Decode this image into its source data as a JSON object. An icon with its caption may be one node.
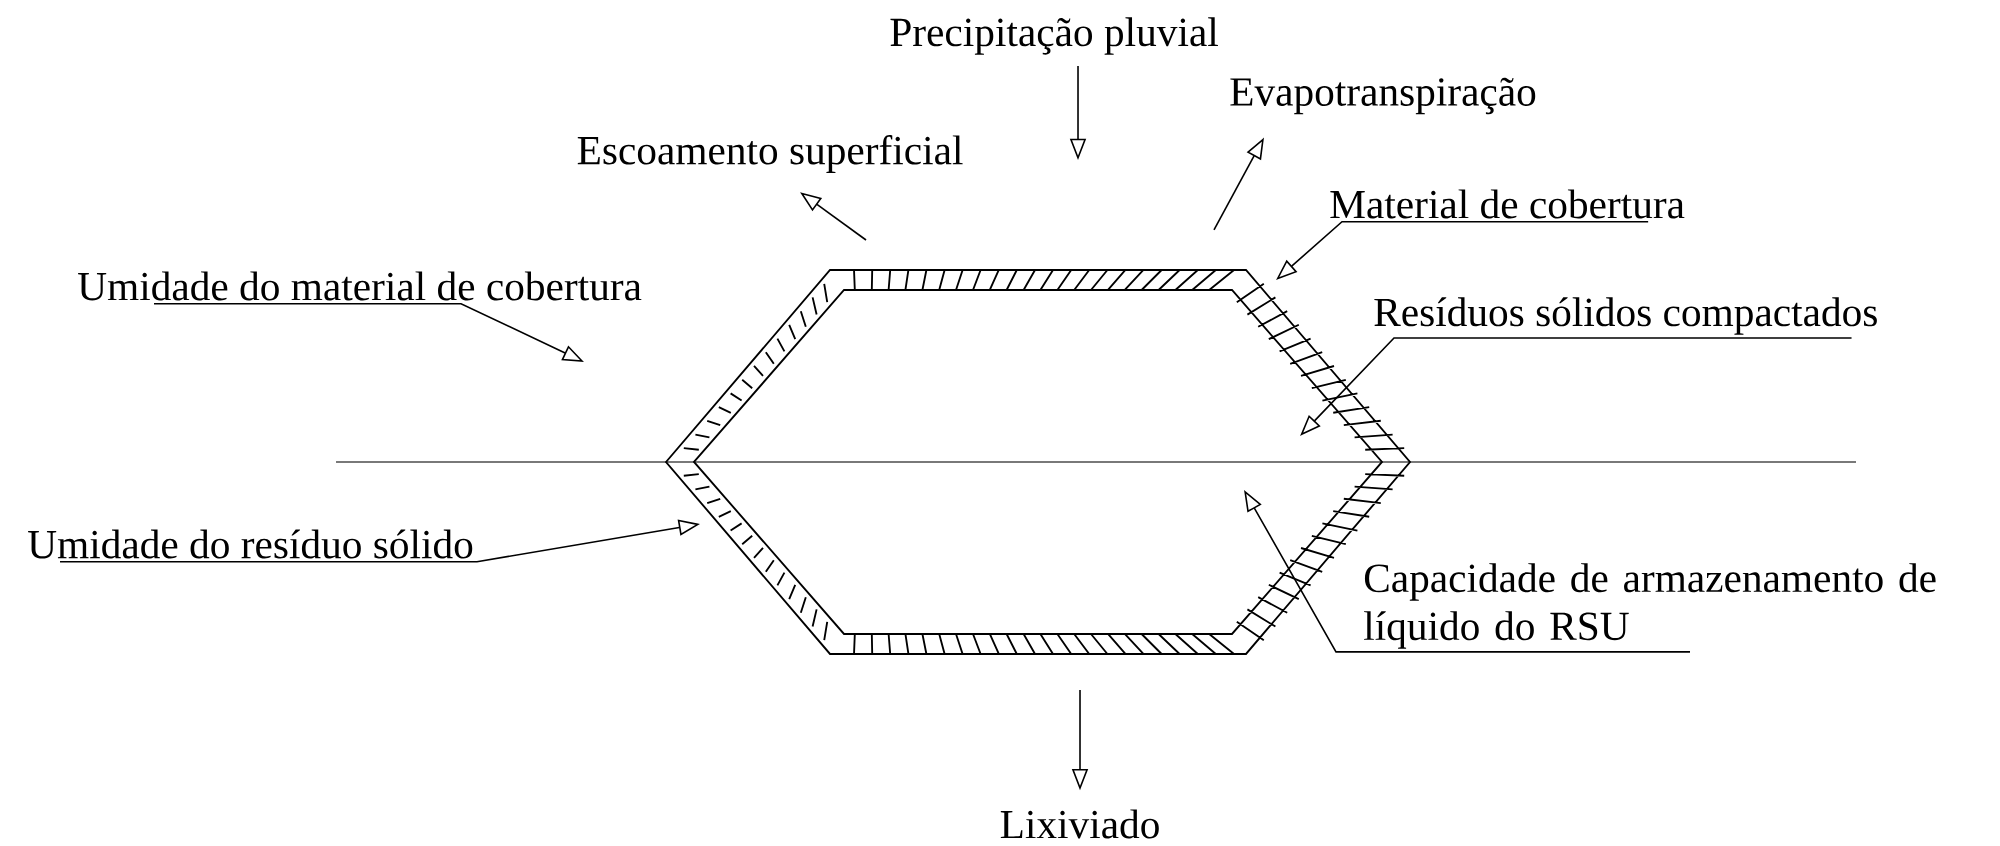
{
  "diagram": {
    "nodes": [
      {
        "text": [
          "Precipitação pluvial"
        ]
      },
      {
        "text": [
          "Evapotranspiração"
        ]
      },
      {
        "text": [
          "Escoamento superficial"
        ]
      },
      {
        "text": [
          "Material de cobertura"
        ]
      },
      {
        "text": [
          "Umidade do material de cobertura"
        ]
      },
      {
        "text": [
          "Resíduos sólidos compactados"
        ]
      },
      {
        "text": [
          "Umidade do resíduo sólido"
        ]
      },
      {
        "text": [
          "Capacidade de armazenamento de líquido do RSU"
        ]
      },
      {
        "text": [
          "Lixiviado"
        ]
      },
      {
        "text": [],
        "shape": "hexagon"
      }
    ],
    "edges": [
      {
        "from": 0,
        "to": null,
        "arrow": "to"
      },
      {
        "from": 9,
        "to": 2,
        "arrow": "to"
      },
      {
        "from": 9,
        "to": 1,
        "arrow": "to"
      },
      {
        "from": 3,
        "to": 9,
        "arrow": "to"
      },
      {
        "from": 4,
        "to": null,
        "arrow": "to"
      },
      {
        "from": 5,
        "to": 9,
        "arrow": "to"
      },
      {
        "from": 6,
        "to": 9,
        "arrow": "to"
      },
      {
        "from": 7,
        "to": 9,
        "arrow": "to"
      },
      {
        "from": 9,
        "to": 8,
        "arrow": "to"
      }
    ]
  }
}
